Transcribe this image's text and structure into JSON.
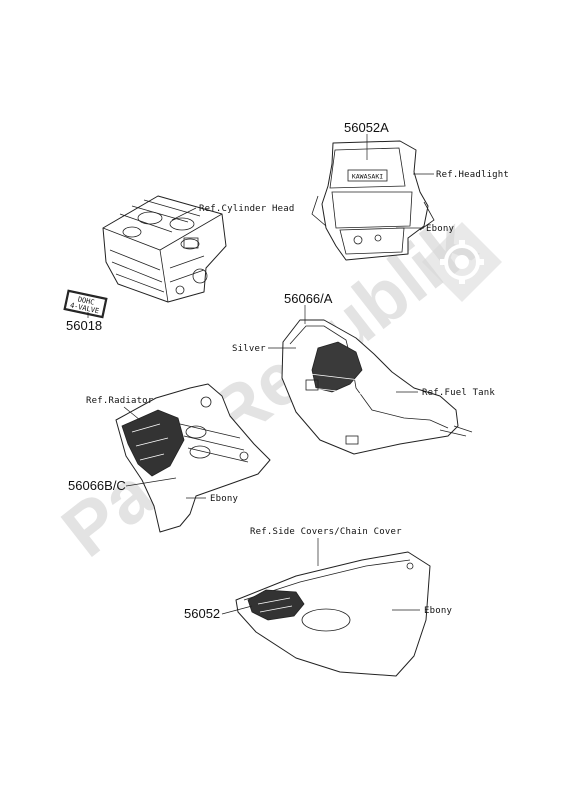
{
  "watermark": "PartsRepublik",
  "part_numbers": {
    "headlight_decal": "56052A",
    "valve_badge": "56018",
    "tank_decal": "56066/A",
    "radiator_decal": "56066B/C",
    "side_cover_decal": "56052"
  },
  "callouts": {
    "cylinder_head": "Ref.Cylinder Head",
    "headlight": "Ref.Headlight",
    "headlight_color": "Ebony",
    "tank_color": "Silver",
    "fuel_tank": "Ref.Fuel Tank",
    "radiator": "Ref.Radiator",
    "radiator_color": "Ebony",
    "side_covers": "Ref.Side Covers/Chain Cover",
    "side_cover_color": "Ebony"
  },
  "badge": {
    "line1": "DOHC",
    "line2": "4-VALVE"
  },
  "headlight_badge": "KAWASAKI"
}
